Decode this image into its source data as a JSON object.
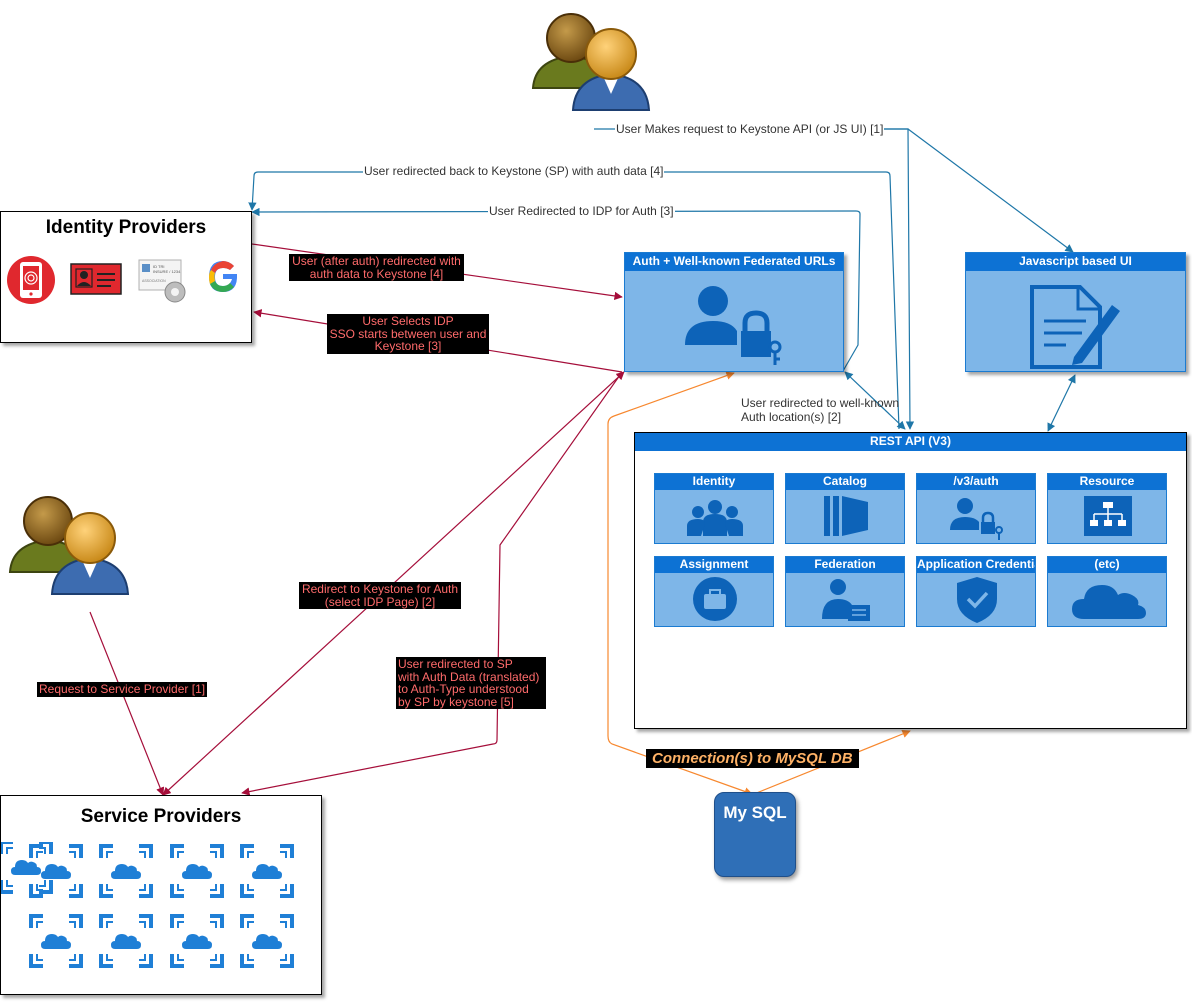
{
  "identity_providers": {
    "title": "Identity Providers",
    "badge_lines": [
      "ID TRI",
      "INSURE / 1234",
      "ASSOCIATION"
    ]
  },
  "service_providers": {
    "title": "Service Providers"
  },
  "auth_panel": {
    "title": "Auth + Well-known Federated URLs"
  },
  "js_panel": {
    "title": "Javascript based UI"
  },
  "rest_api": {
    "title": "REST API (V3)",
    "modules": [
      {
        "label": "Identity",
        "icon": "people-icon"
      },
      {
        "label": "Catalog",
        "icon": "catalog-icon"
      },
      {
        "label": "/v3/auth",
        "icon": "user-lock-icon"
      },
      {
        "label": "Resource",
        "icon": "hierarchy-icon"
      },
      {
        "label": "Assignment",
        "icon": "briefcase-icon"
      },
      {
        "label": "Federation",
        "icon": "user-card-icon"
      },
      {
        "label": "Application Credential",
        "icon": "shield-check-icon"
      },
      {
        "label": "(etc)",
        "icon": "cloud-icon"
      }
    ]
  },
  "mysql": {
    "label": "My SQL"
  },
  "edges": {
    "user_request": "User Makes request to Keystone API (or JS UI) [1]",
    "redirect_back": "User redirected back to Keystone (SP) with auth data [4]",
    "redirect_idp": "User Redirected to IDP for Auth [3]",
    "after_auth": [
      "User (after auth) redirected with",
      "auth data to Keystone [4]"
    ],
    "selects_idp": [
      "User Selects IDP",
      "SSO starts between user and",
      "Keystone [3]"
    ],
    "well_known": [
      "User redirected to well-known",
      "Auth location(s) [2]"
    ],
    "redirect_keystone": [
      "Redirect to Keystone for Auth",
      "(select IDP Page) [2]"
    ],
    "sp_redirect": [
      "User redirected to SP",
      "with Auth Data (translated)",
      "to Auth-Type understood",
      "by SP by keystone [5]"
    ],
    "request_sp": "Request to Service Provider [1]",
    "db_connection": "Connection(s) to MySQL DB"
  },
  "colors": {
    "blue_edge": "#1f77a8",
    "red_edge": "#a50e3a",
    "orange_edge": "#f7882f",
    "panel_fill": "#7eb6e8",
    "panel_head": "#0d72d4"
  }
}
